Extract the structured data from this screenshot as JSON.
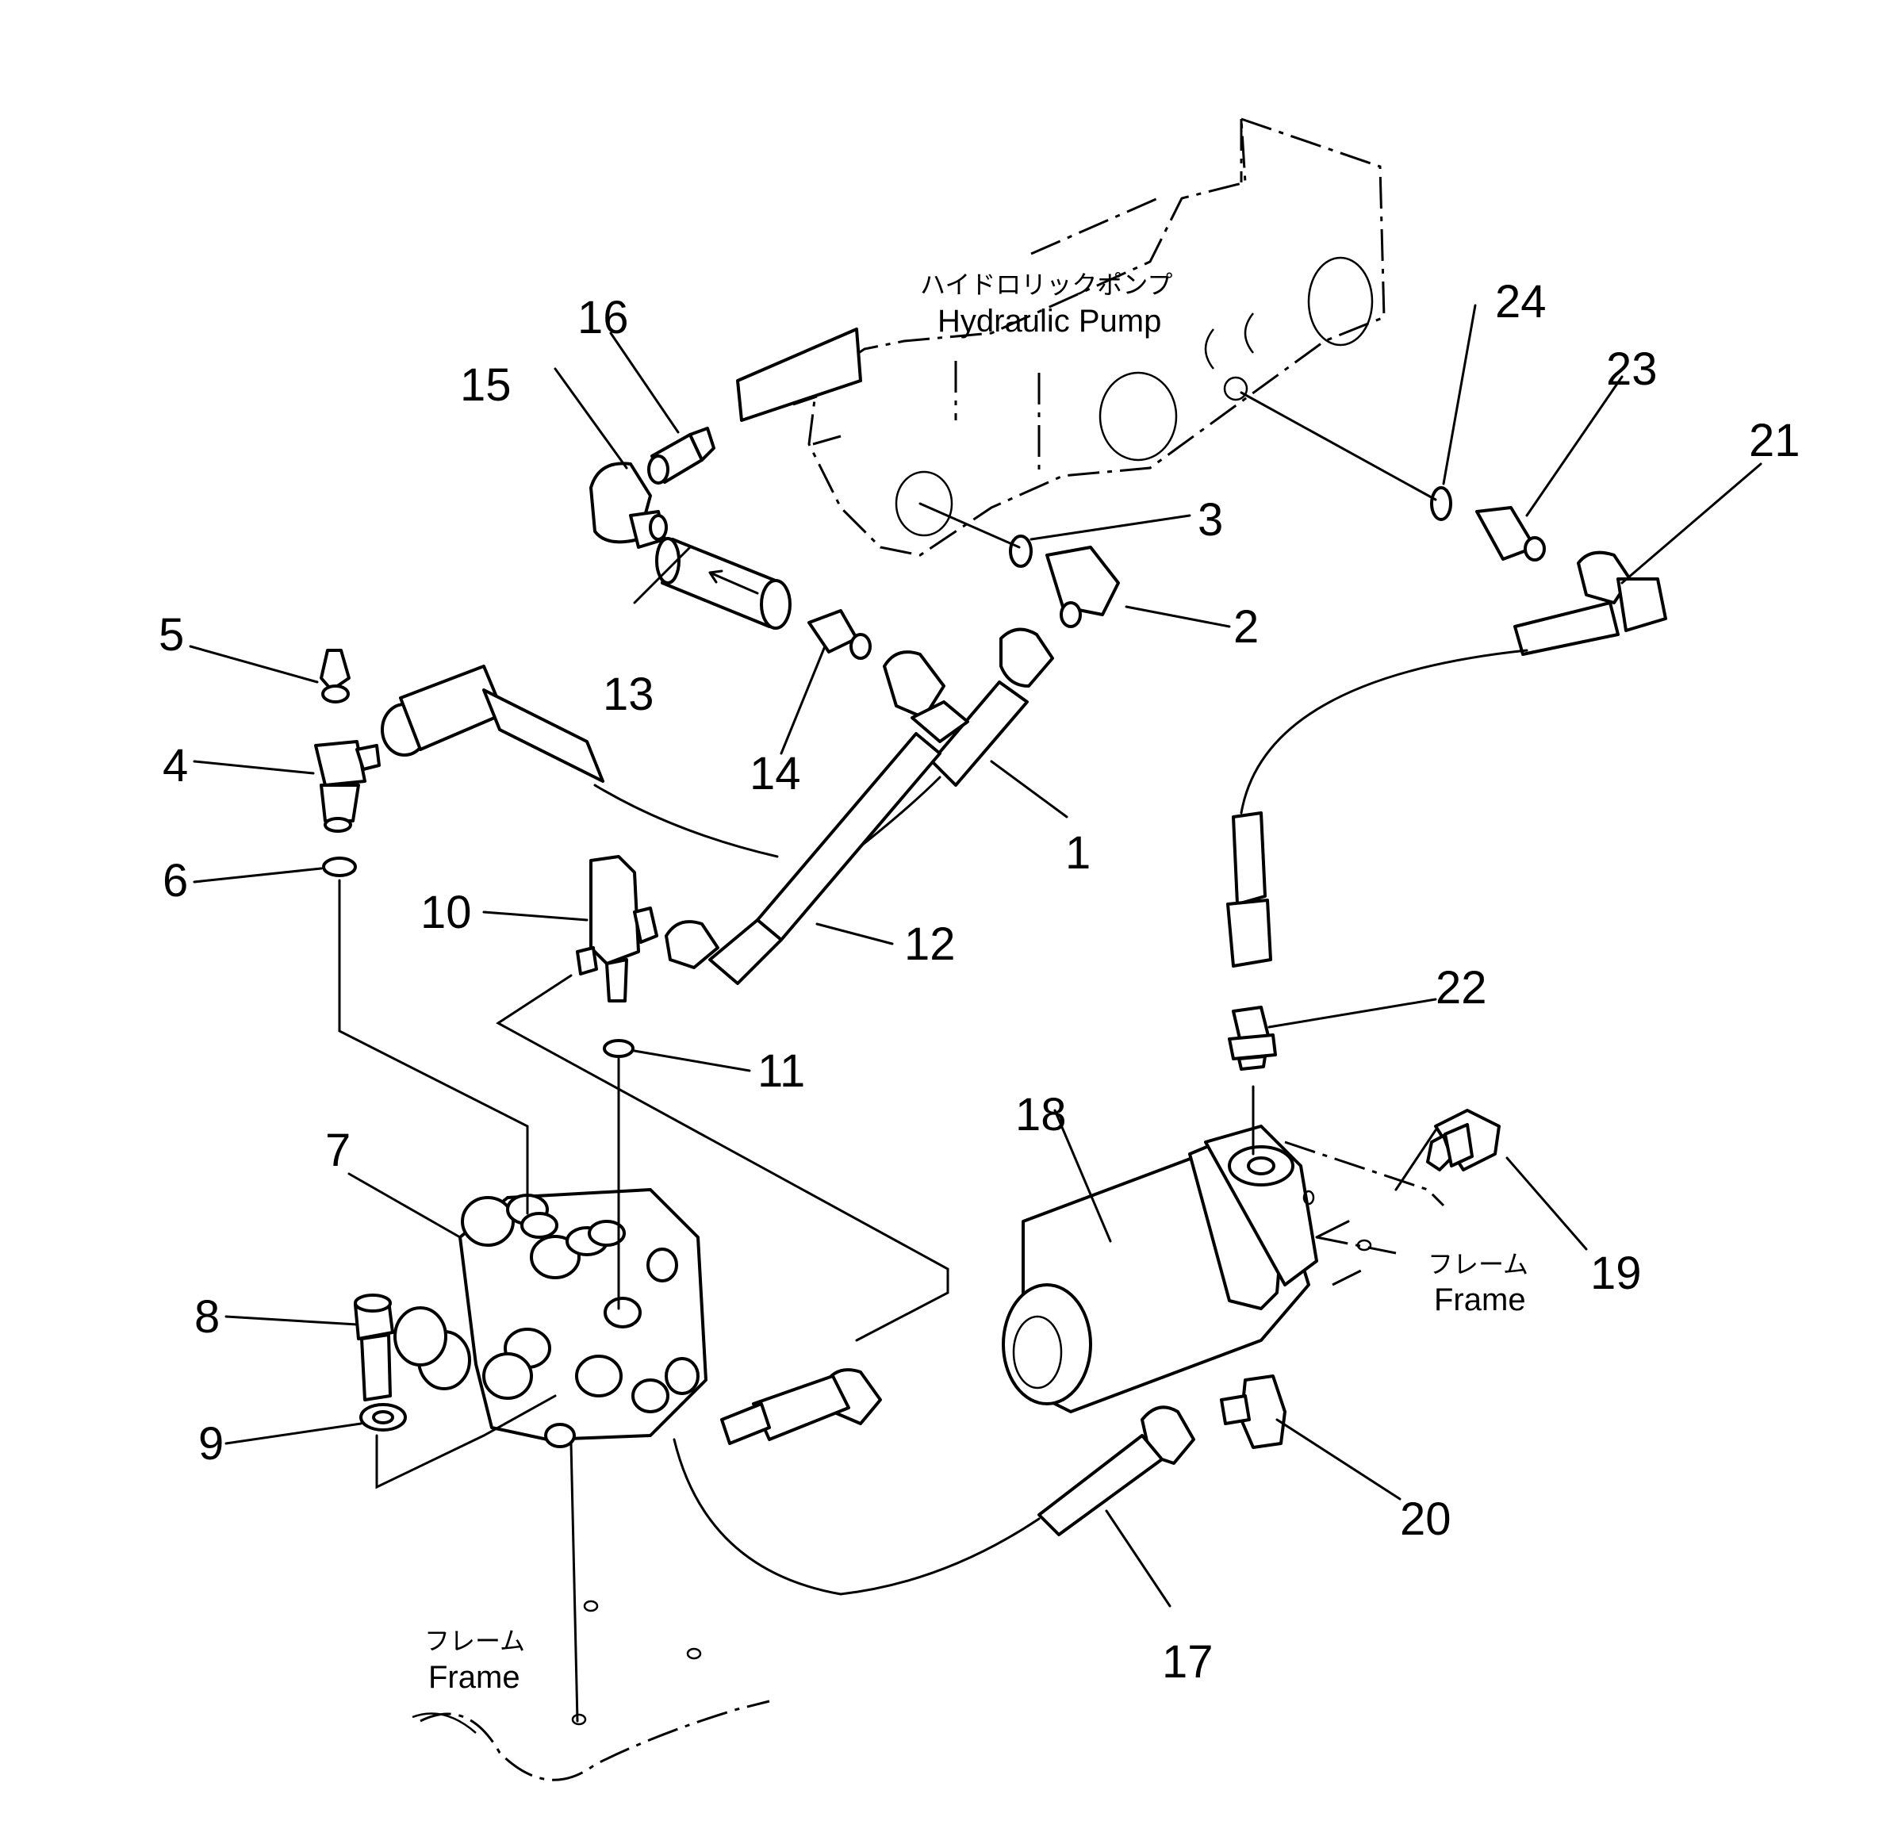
{
  "captions": {
    "pump_jp": "ハイドロリックポンプ",
    "pump_en": "Hydraulic Pump",
    "frame_right_jp": "フレーム",
    "frame_right_en": "Frame",
    "frame_left_jp": "フレーム",
    "frame_left_en": "Frame"
  },
  "callouts": [
    "1",
    "2",
    "3",
    "4",
    "5",
    "6",
    "7",
    "8",
    "9",
    "10",
    "11",
    "12",
    "13",
    "14",
    "15",
    "16",
    "17",
    "18",
    "19",
    "20",
    "21",
    "22",
    "23",
    "24"
  ],
  "colors": {
    "ink": "#000000",
    "paper": "#ffffff"
  }
}
